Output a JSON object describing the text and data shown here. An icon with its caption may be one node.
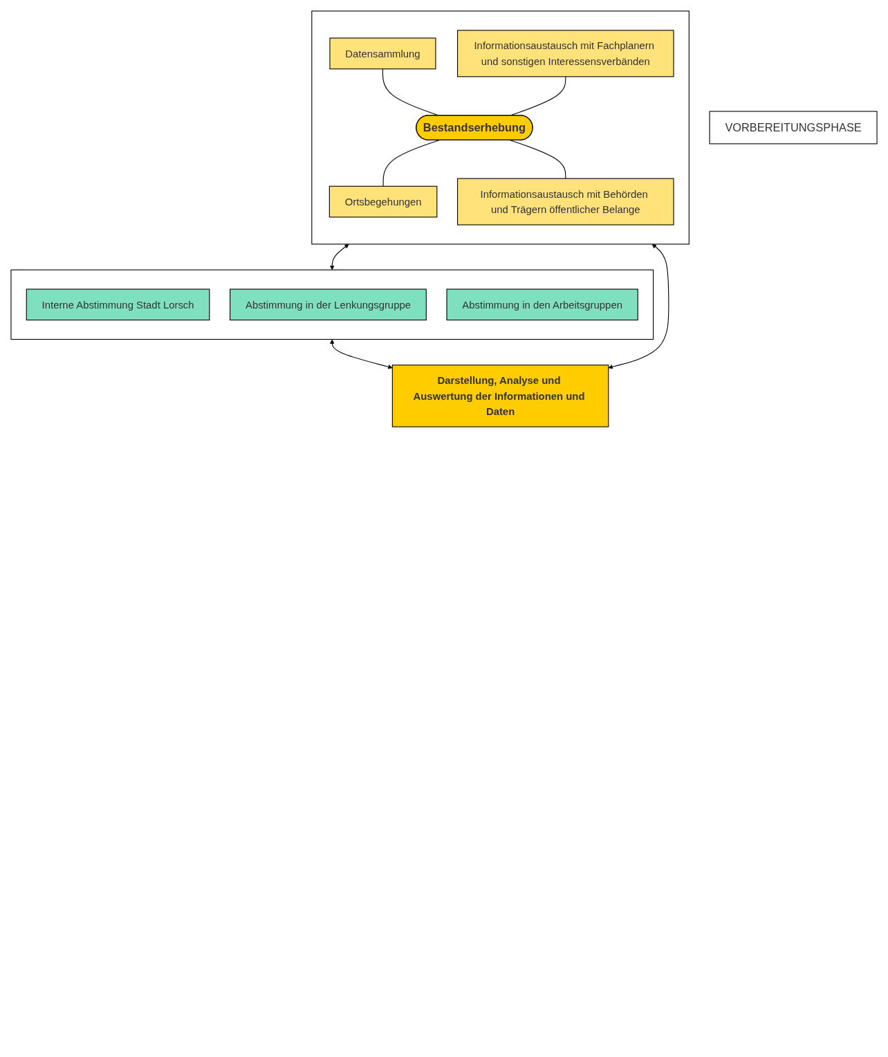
{
  "diagram": {
    "nodes": [
      {
        "text": [
          "VORBEREITUNGSPHASE"
        ]
      },
      {
        "text": [],
        "shape": "box"
      },
      {
        "text": [
          "Datensammlung"
        ],
        "in": 1
      },
      {
        "text": [
          "Informationsaustausch mit Fachplanern und sonstigen Interessensverbänden"
        ],
        "in": 1
      },
      {
        "text": [
          "Bestandserhebung"
        ],
        "in": 1
      },
      {
        "text": [
          "Ortsbegehungen"
        ],
        "in": 1
      },
      {
        "text": [
          "Informationsaustausch mit Behörden und Trägern öffentlicher Belange"
        ],
        "in": 1
      },
      {
        "text": [],
        "shape": "box"
      },
      {
        "text": [
          "Interne Abstimmung Stadt Lorsch"
        ],
        "in": 7
      },
      {
        "text": [
          "Abstimmung in der Lenkungsgruppe"
        ],
        "in": 7
      },
      {
        "text": [
          "Abstimmung in den Arbeitsgruppen"
        ],
        "in": 7
      },
      {
        "text": [
          "Darstellung, Analyse und Auswertung der Informationen und Daten"
        ]
      }
    ],
    "edges": [
      {
        "from": 2,
        "to": 4,
        "arrow": "none"
      },
      {
        "from": 3,
        "to": 4,
        "arrow": "none"
      },
      {
        "from": 4,
        "to": 5,
        "arrow": "none"
      },
      {
        "from": 4,
        "to": 6,
        "arrow": "none"
      },
      {
        "from": 1,
        "to": 7,
        "arrow": "both"
      },
      {
        "from": 7,
        "to": 11,
        "arrow": "both"
      },
      {
        "from": 1,
        "to": 11,
        "arrow": "both"
      }
    ]
  }
}
